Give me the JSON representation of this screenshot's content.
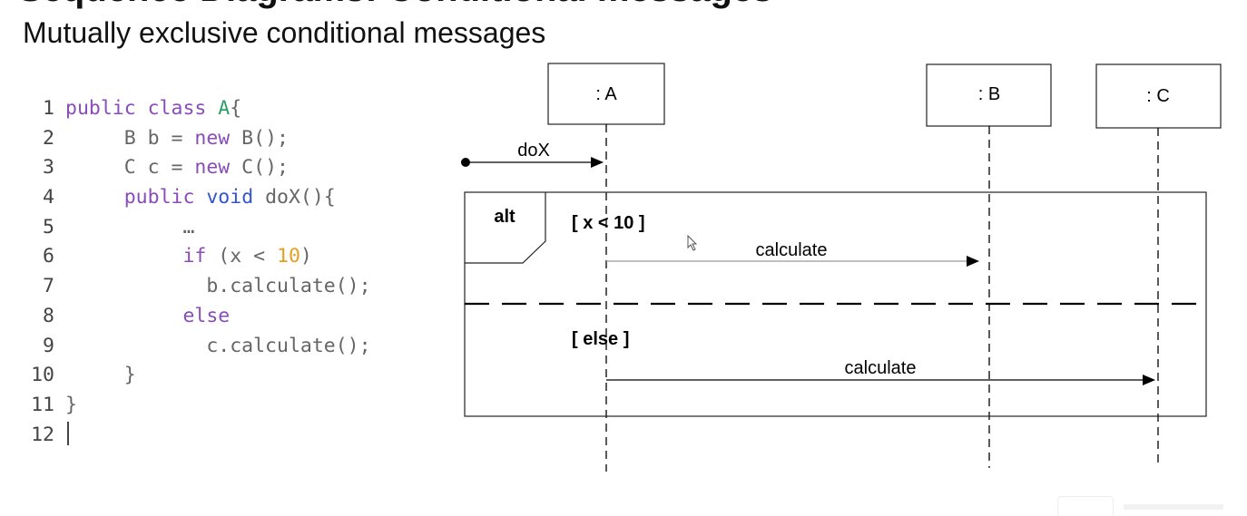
{
  "slide": {
    "title": "Sequence Diagrams: Conditional messages",
    "subtitle": "Mutually exclusive conditional messages"
  },
  "code": {
    "lines": [
      {
        "num": "1",
        "tokens": [
          {
            "t": "public class ",
            "c": "kw"
          },
          {
            "t": "A",
            "c": "cls"
          },
          {
            "t": "{",
            "c": "plain"
          }
        ]
      },
      {
        "num": "2",
        "tokens": [
          {
            "t": "     B b = ",
            "c": "plain"
          },
          {
            "t": "new",
            "c": "kw"
          },
          {
            "t": " B();",
            "c": "plain"
          }
        ]
      },
      {
        "num": "3",
        "tokens": [
          {
            "t": "     C c = ",
            "c": "plain"
          },
          {
            "t": "new",
            "c": "kw"
          },
          {
            "t": " C();",
            "c": "plain"
          }
        ]
      },
      {
        "num": "4",
        "tokens": [
          {
            "t": "     ",
            "c": "plain"
          },
          {
            "t": "public",
            "c": "kw"
          },
          {
            "t": " ",
            "c": "plain"
          },
          {
            "t": "void",
            "c": "kw2"
          },
          {
            "t": " doX(){",
            "c": "plain"
          }
        ]
      },
      {
        "num": "5",
        "tokens": [
          {
            "t": "          …",
            "c": "plain"
          }
        ]
      },
      {
        "num": "6",
        "tokens": [
          {
            "t": "          ",
            "c": "plain"
          },
          {
            "t": "if",
            "c": "kw"
          },
          {
            "t": " (x < ",
            "c": "plain"
          },
          {
            "t": "10",
            "c": "num"
          },
          {
            "t": ")",
            "c": "plain"
          }
        ]
      },
      {
        "num": "7",
        "tokens": [
          {
            "t": "            b.calculate();",
            "c": "plain"
          }
        ]
      },
      {
        "num": "8",
        "tokens": [
          {
            "t": "          ",
            "c": "plain"
          },
          {
            "t": "else",
            "c": "kw"
          }
        ]
      },
      {
        "num": "9",
        "tokens": [
          {
            "t": "            c.calculate();",
            "c": "plain"
          }
        ]
      },
      {
        "num": "10",
        "tokens": [
          {
            "t": "     }",
            "c": "plain"
          }
        ]
      },
      {
        "num": "11",
        "tokens": [
          {
            "t": "}",
            "c": "plain"
          }
        ]
      },
      {
        "num": "12",
        "tokens": [],
        "cursor": true
      }
    ]
  },
  "diagram": {
    "lifelines": [
      {
        "id": "a",
        "label": ": A"
      },
      {
        "id": "b",
        "label": ": B"
      },
      {
        "id": "c",
        "label": ": C"
      }
    ],
    "found_message": "doX",
    "fragment": {
      "operator": "alt",
      "guard1": "[ x < 10 ]",
      "guard2": "[ else ]",
      "message1": "calculate",
      "message2": "calculate"
    }
  },
  "colors": {
    "keyword": "#8a4cb8",
    "type_keyword": "#3355cc",
    "class_name": "#2f9e6a",
    "number": "#e6a020"
  }
}
